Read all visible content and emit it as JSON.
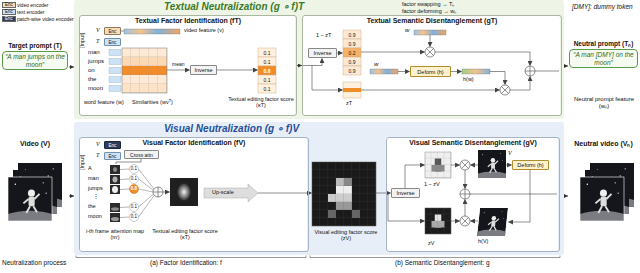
{
  "diagram": {
    "nodes": [
      {
        "text": [
          "Target prompt (T)",
          "“A man jumps on the moon”"
        ]
      },
      {
        "text": [
          "Textual Neutralization (g ∘ f)T"
        ]
      },
      {
        "text": [
          "Textual Factor Identification (fT)"
        ],
        "in": 1
      },
      {
        "text": [
          "Enc"
        ],
        "in": 2
      },
      {
        "text": [
          "Enc"
        ],
        "in": 2
      },
      {
        "text": [
          "Inverse"
        ],
        "in": 2
      },
      {
        "text": [
          "Textual Semantic Disentanglement (gT)"
        ],
        "in": 1
      },
      {
        "text": [
          "Inverse"
        ],
        "in": 6
      },
      {
        "text": [
          "Deform (h)"
        ],
        "in": 6
      },
      {
        "text": [
          "Neutral prompt (Tₙ)",
          "“A man [DMY] on the moon”"
        ]
      },
      {
        "text": [
          "Video (V)"
        ]
      },
      {
        "text": [
          "Visual Neutralization (g ∘ f)V"
        ]
      },
      {
        "text": [
          "Visual Factor Identification (fV)"
        ],
        "in": 11
      },
      {
        "text": [
          "Enc"
        ],
        "in": 12
      },
      {
        "text": [
          "Enc"
        ],
        "in": 12
      },
      {
        "text": [
          "Cross attn"
        ],
        "in": 12
      },
      {
        "text": [
          "Visual Semantic Disentanglement (gV)"
        ],
        "in": 11
      },
      {
        "text": [
          "Inverse"
        ],
        "in": 16
      },
      {
        "text": [
          "Deform (h)"
        ],
        "in": 16
      },
      {
        "text": [
          "Neutral video (Vₙ)"
        ]
      }
    ],
    "edges": [
      {
        "from": 0,
        "to": 1,
        "arrow": "to"
      },
      {
        "from": 1,
        "to": 9,
        "arrow": "to"
      },
      {
        "from": 2,
        "to": 6,
        "arrow": "to"
      },
      {
        "from": 10,
        "to": 11,
        "arrow": "to"
      },
      {
        "from": 11,
        "to": 19,
        "arrow": "to"
      }
    ],
    "labels": [
      "Enc",
      "Enc",
      "Enc",
      "[DMY]: dummy token",
      "factor swapping → Tₙ",
      "factor deforming → wₙ",
      "[Input]",
      "V",
      "T",
      "video feature (v)",
      "man",
      "jumps",
      "on",
      "the",
      "moon",
      "word feature (w)",
      "Similarities (wvᵀ)",
      "mean",
      "Textual editing factor score (κT)",
      "0.1",
      "0.1",
      "0.8",
      "0.1",
      "0.1",
      "1 − zT",
      "0.9",
      "0.9",
      "0.2",
      "0.9",
      "0.9",
      "zT",
      "w",
      "w",
      "h(w)",
      "Neutral prompt feature (wₙ)",
      "[Input]",
      "V",
      "T",
      "A",
      "man",
      "jumps",
      "the",
      "moon",
      "0.1",
      "0.1",
      "0.8",
      "0.1",
      "0.1",
      "⋮",
      "i-th frame attention map (mⁱ)",
      "Textual editing factor score (κT)",
      "Up-scale",
      "Visual editing factor score (zV)",
      "1 − zV",
      "zV",
      "V",
      "h(V)",
      "Neutralization process",
      "(a) Factor Identification: f",
      "(b) Semantic Disentanglement: g"
    ],
    "legend": [
      {
        "text": "video encoder",
        "color": "#f9dcb6"
      },
      {
        "text": "text encoder",
        "color": "#cde2f4"
      },
      {
        "text": "patch-wise video encoder",
        "color": "#2f3e5c"
      }
    ]
  }
}
